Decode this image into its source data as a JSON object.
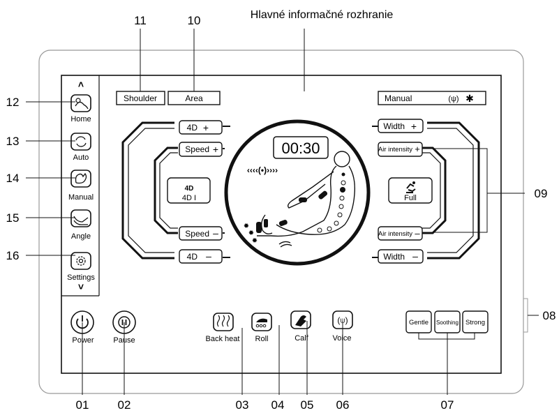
{
  "title": "Hlavné informačné rozhranie",
  "callouts": {
    "c01": "01",
    "c02": "02",
    "c03": "03",
    "c04": "04",
    "c05": "05",
    "c06": "06",
    "c07": "07",
    "c08": "08",
    "c09": "09",
    "c10": "10",
    "c11": "11",
    "c12": "12",
    "c13": "13",
    "c14": "14",
    "c15": "15",
    "c16": "16"
  },
  "sidebar": {
    "items": [
      {
        "label": "Home",
        "icon": "hand-touch-icon"
      },
      {
        "label": "Auto",
        "icon": "cycle-icon"
      },
      {
        "label": "Manual",
        "icon": "hand-icon"
      },
      {
        "label": "Angle",
        "icon": "recline-icon"
      },
      {
        "label": "Settings",
        "icon": "gear-icon"
      }
    ]
  },
  "top": {
    "shoulder": "Shoulder",
    "area": "Area",
    "mode": "Manual"
  },
  "left_panel": {
    "d4_plus": "4D",
    "speed_plus": "Speed",
    "speed_minus": "Speed",
    "d4_minus": "4D",
    "mode_label": "4D I"
  },
  "right_panel": {
    "width_plus": "Width",
    "air_plus": "Air intensity",
    "air_minus": "Air intensity",
    "width_minus": "Width",
    "mode_label": "Full"
  },
  "center": {
    "timer": "00:30"
  },
  "bottom": {
    "power": "Power",
    "pause": "Pause",
    "back_heat": "Back heat",
    "roll": "Roll",
    "calf": "Calf",
    "voice": "Voice",
    "gentle": "Gentle",
    "soothing": "Soothing",
    "strong": "Strong"
  }
}
